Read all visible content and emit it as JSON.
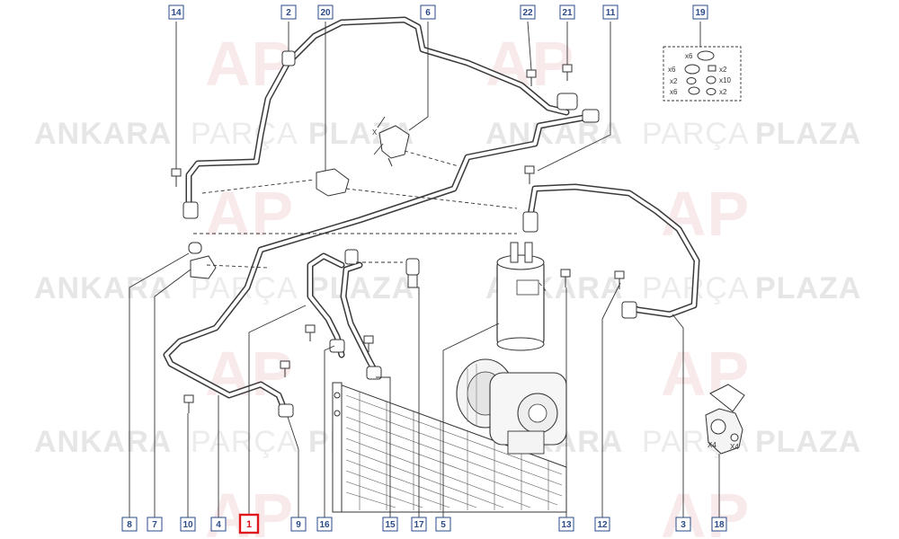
{
  "watermark": {
    "word1": "ANKARA",
    "word2": "PARÇA",
    "word3": "PLAZA",
    "logo_letters": "AP"
  },
  "callouts": [
    {
      "id": "c14",
      "label": "14"
    },
    {
      "id": "c2",
      "label": "2"
    },
    {
      "id": "c20",
      "label": "20"
    },
    {
      "id": "c6",
      "label": "6"
    },
    {
      "id": "c22",
      "label": "22"
    },
    {
      "id": "c21",
      "label": "21"
    },
    {
      "id": "c11",
      "label": "11"
    },
    {
      "id": "c19",
      "label": "19"
    },
    {
      "id": "c8",
      "label": "8"
    },
    {
      "id": "c7",
      "label": "7"
    },
    {
      "id": "c10",
      "label": "10"
    },
    {
      "id": "c4",
      "label": "4"
    },
    {
      "id": "c1",
      "label": "1"
    },
    {
      "id": "c9",
      "label": "9"
    },
    {
      "id": "c16",
      "label": "16"
    },
    {
      "id": "c15",
      "label": "15"
    },
    {
      "id": "c17",
      "label": "17"
    },
    {
      "id": "c5",
      "label": "5"
    },
    {
      "id": "c13",
      "label": "13"
    },
    {
      "id": "c12",
      "label": "12"
    },
    {
      "id": "c3",
      "label": "3"
    },
    {
      "id": "c18",
      "label": "18"
    }
  ],
  "kit19": {
    "q1": "x6",
    "q2": "x6",
    "q3": "x2",
    "q4": "x2",
    "q5": "x10",
    "q6": "x6",
    "q7": "x2"
  },
  "kit18": {
    "q1": "X4",
    "q2": "X4"
  },
  "dimension_x": "X",
  "highlight_color": "#e0161d",
  "callout_color": "#2a4a8a"
}
